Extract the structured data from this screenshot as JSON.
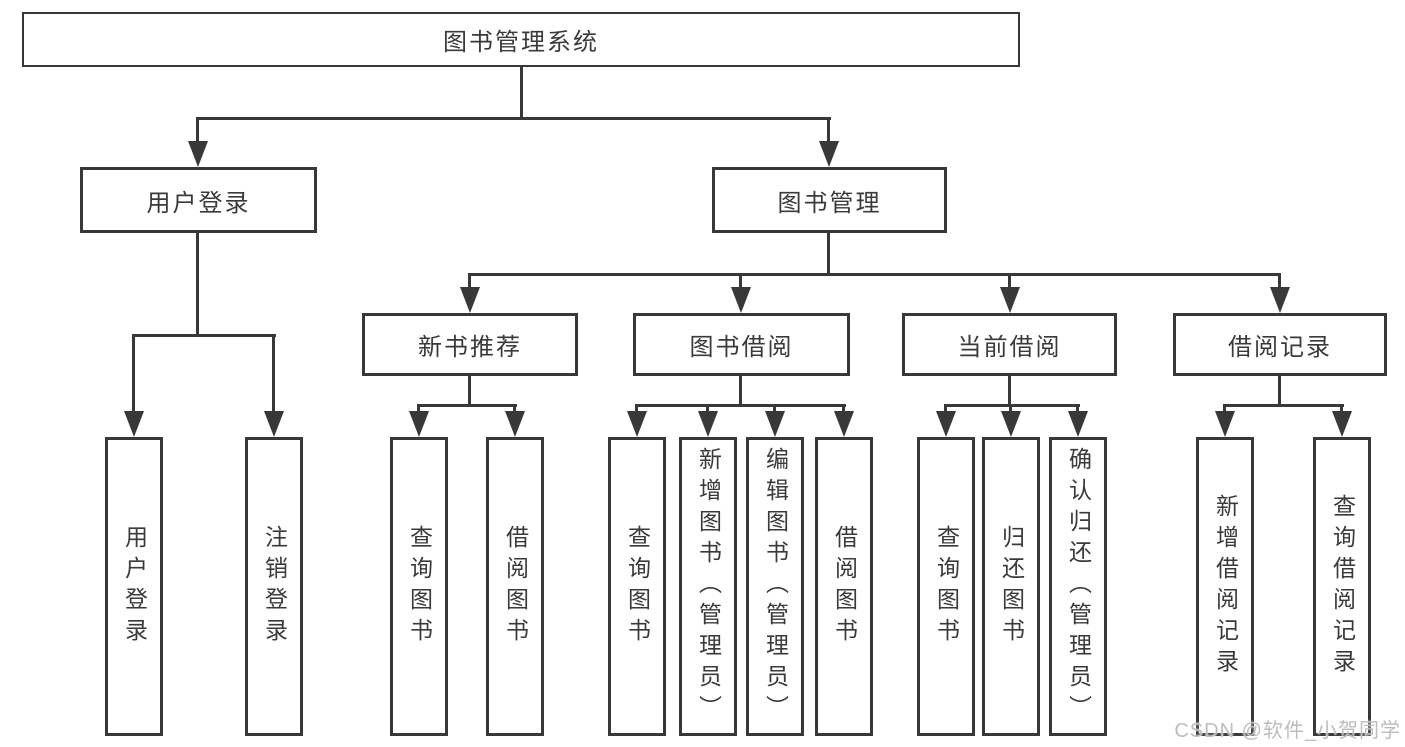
{
  "root": {
    "label": "图书管理系统"
  },
  "level2": {
    "user_login": "用户登录",
    "book_mgmt": "图书管理"
  },
  "level3": {
    "new_books": "新书推荐",
    "borrow": "图书借阅",
    "current": "当前借阅",
    "records": "借阅记录"
  },
  "leaves": {
    "user_login": [
      "用户登录",
      "注销登录"
    ],
    "new_books": [
      "查询图书",
      "借阅图书"
    ],
    "borrow": [
      "查询图书",
      "新增图书（管理员）",
      "编辑图书（管理员）",
      "借阅图书"
    ],
    "current": [
      "查询图书",
      "归还图书",
      "确认归还（管理员）"
    ],
    "records": [
      "新增借阅记录",
      "查询借阅记录"
    ]
  },
  "watermark": "CSDN @软件_小贺同学",
  "colors": {
    "line": "#383838",
    "text": "#3a3a3a",
    "watermark": "#bdbdbd"
  }
}
